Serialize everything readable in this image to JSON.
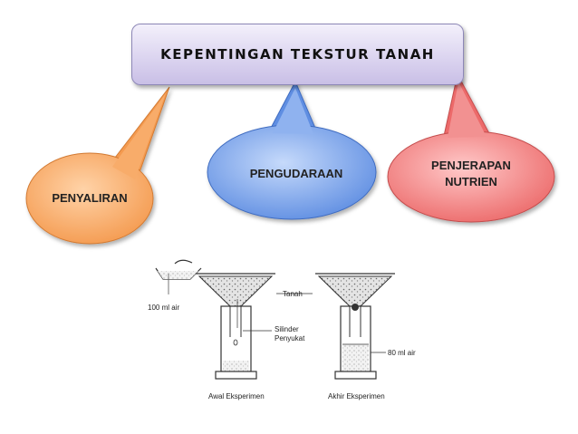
{
  "title": "KEPENTINGAN TEKSTUR TANAH",
  "bubbles": [
    {
      "id": "penyaliran",
      "label": "PENYALIRAN",
      "color": "#f6a35a"
    },
    {
      "id": "pengudaraan",
      "label": "PENGUDARAAN",
      "color": "#6f99e6"
    },
    {
      "id": "penjerapan",
      "label_line1": "PENJERAPAN",
      "label_line2": "NUTRIEN",
      "color": "#f07777"
    }
  ],
  "diagram": {
    "water_in": "100 ml air",
    "soil": "Tanah",
    "cylinder_line1": "Silinder",
    "cylinder_line2": "Penyukat",
    "water_out": "80 ml air",
    "start_caption": "Awal Eksperimen",
    "end_caption": "Akhir Eksperimen"
  }
}
